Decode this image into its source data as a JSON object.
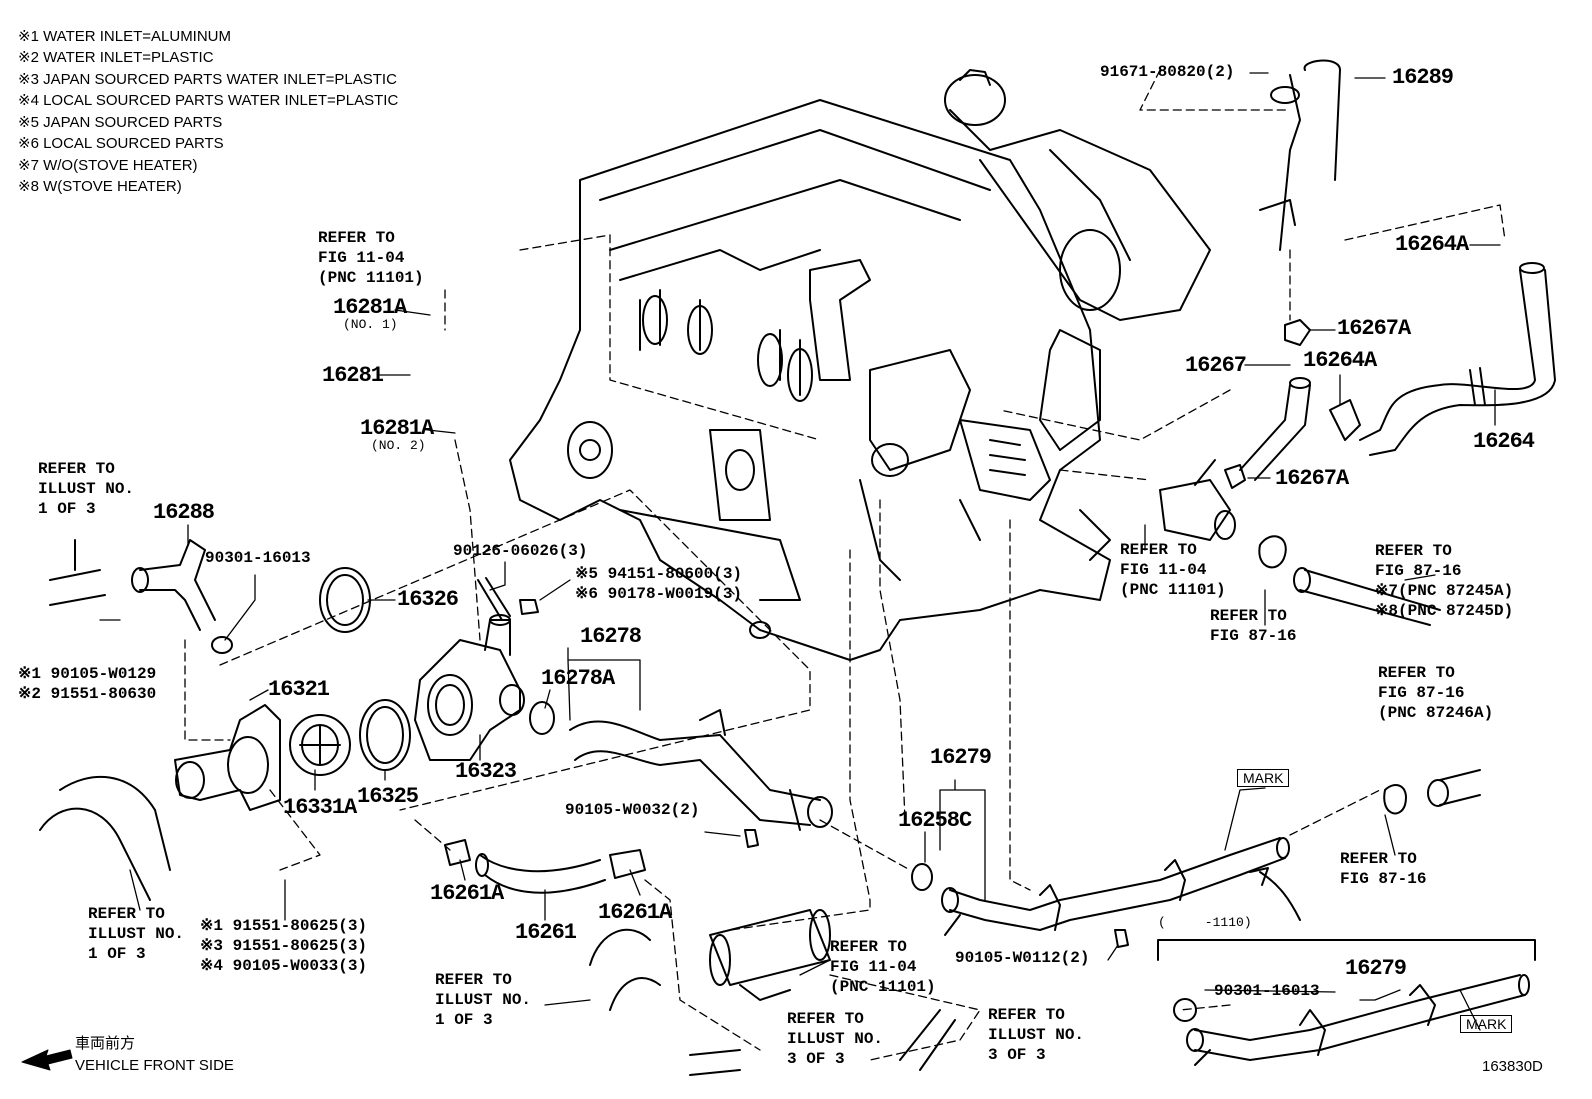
{
  "notes": [
    "※1 WATER INLET=ALUMINUM",
    "※2 WATER INLET=PLASTIC",
    "※3 JAPAN SOURCED PARTS WATER INLET=PLASTIC",
    "※4 LOCAL SOURCED PARTS WATER INLET=PLASTIC",
    "※5 JAPAN SOURCED PARTS",
    "※6 LOCAL SOURCED PARTS",
    "※7 W/O(STOVE HEATER)",
    "※8 W(STOVE HEATER)"
  ],
  "parts": {
    "p16289": "16289",
    "p91671": "91671-80820(2)",
    "p16264A_1": "16264A",
    "p16267A_1": "16267A",
    "p16267": "16267",
    "p16264A_2": "16264A",
    "p16264": "16264",
    "p16267A_2": "16267A",
    "p16281A_1": "16281A",
    "p16281A_1_sub": "(NO. 1)",
    "p16281": "16281",
    "p16281A_2": "16281A",
    "p16281A_2_sub": "(NO. 2)",
    "p16288": "16288",
    "p90301_1": "90301-16013",
    "p16326": "16326",
    "p90126": "90126-06026(3)",
    "p94151": "※5 94151-80600(3)",
    "p90178": "※6 90178-W0019(3)",
    "p16278": "16278",
    "p16278A": "16278A",
    "p90105_W0129": "※1 90105-W0129",
    "p91551_80630": "※2 91551-80630",
    "p16321": "16321",
    "p16331A": "16331A",
    "p16325": "16325",
    "p16323": "16323",
    "p90105_W0032": "90105-W0032(2)",
    "p16261A_1": "16261A",
    "p16261": "16261",
    "p16261A_2": "16261A",
    "p91551_80625_1": "※1 91551-80625(3)",
    "p91551_80625_3": "※3 91551-80625(3)",
    "p90105_W0033": "※4 90105-W0033(3)",
    "p16279_1": "16279",
    "p16258C": "16258C",
    "p90105_W0112": "90105-W0112(2)",
    "p16279_2": "16279",
    "p90301_2": "90301-16013",
    "range": "(     -1110)",
    "mark1": "MARK",
    "mark2": "MARK"
  },
  "refs": {
    "r_fig1104_top": "REFER TO\nFIG 11-04\n(PNC 11101)",
    "r_illust_left": "REFER TO\nILLUST NO.\n1 OF 3",
    "r_fig1104_right": "REFER TO\nFIG 11-04\n(PNC 11101)",
    "r_fig8716_a": "REFER TO\nFIG 87-16\n※7(PNC 87245A)\n※8(PNC 87245D)",
    "r_fig8716_b": "REFER TO\nFIG 87-16",
    "r_fig8716_c": "REFER TO\nFIG 87-16\n(PNC 87246A)",
    "r_fig8716_d": "REFER TO\nFIG 87-16",
    "r_illust_bottom_left": "REFER TO\nILLUST NO.\n1 OF 3",
    "r_illust_bottom_mid": "REFER TO\nILLUST NO.\n1 OF 3",
    "r_fig1104_bottom": "REFER TO\nFIG 11-04\n(PNC 11101)",
    "r_illust_3of3_a": "REFER TO\nILLUST NO.\n3 OF 3",
    "r_illust_3of3_b": "REFER TO\nILLUST NO.\n3 OF 3"
  },
  "footer": {
    "front_jp": "車両前方",
    "front_en": "VEHICLE FRONT SIDE",
    "figure_code": "163830D"
  }
}
